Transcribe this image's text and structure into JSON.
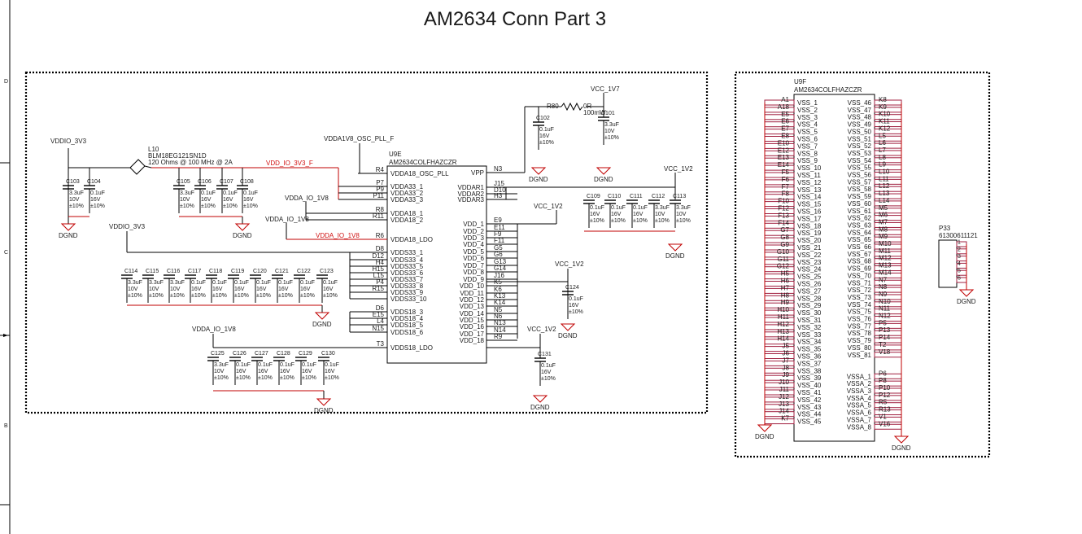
{
  "title": "AM2634 Conn Part 3",
  "frame": {
    "rows": [
      "D",
      "C",
      "B"
    ]
  },
  "u9e": {
    "ref": "U9E",
    "part": "AM2634COLFHAZCZR",
    "left_pins": [
      {
        "ball": "R4",
        "name": "VDDA18_OSC_PLL"
      },
      {
        "ball": "P7",
        "name": "VDDA33_1"
      },
      {
        "ball": "P9",
        "name": "VDDA33_2"
      },
      {
        "ball": "P11",
        "name": "VDDA33_3"
      },
      {
        "ball": "R8",
        "name": "VDDA18_1"
      },
      {
        "ball": "R11",
        "name": "VDDA18_2"
      },
      {
        "ball": "R6",
        "name": "VDDA18_LDO"
      },
      {
        "ball": "D8",
        "name": "VDDS33_1"
      },
      {
        "ball": "D12",
        "name": "VDDS33_4"
      },
      {
        "ball": "H4",
        "name": "VDDS33_5"
      },
      {
        "ball": "H15",
        "name": "VDDS33_6"
      },
      {
        "ball": "L15",
        "name": "VDDS33_7"
      },
      {
        "ball": "P4",
        "name": "VDDS33_8"
      },
      {
        "ball": "R15",
        "name": "VDDS33_9"
      },
      {
        "ball": "",
        "name": "VDDS33_10"
      },
      {
        "ball": "D6",
        "name": "VDDS18_3"
      },
      {
        "ball": "E15",
        "name": "VDDS18_4"
      },
      {
        "ball": "L4",
        "name": "VDDS18_5"
      },
      {
        "ball": "N15",
        "name": "VDDS18_6"
      },
      {
        "ball": "T3",
        "name": "VDDS18_LDO"
      }
    ],
    "right_pins": [
      {
        "ball": "N3",
        "name": "VPP"
      },
      {
        "ball": "J15",
        "name": "VDDAR1"
      },
      {
        "ball": "D10",
        "name": "VDDAR2"
      },
      {
        "ball": "H3",
        "name": "VDDAR3"
      },
      {
        "ball": "E9",
        "name": "VDD_1"
      },
      {
        "ball": "E11",
        "name": "VDD_2"
      },
      {
        "ball": "F9",
        "name": "VDD_3"
      },
      {
        "ball": "F11",
        "name": "VDD_4"
      },
      {
        "ball": "G5",
        "name": "VDD_5"
      },
      {
        "ball": "G6",
        "name": "VDD_6"
      },
      {
        "ball": "G13",
        "name": "VDD_7"
      },
      {
        "ball": "G14",
        "name": "VDD_8"
      },
      {
        "ball": "J16",
        "name": "VDD_9"
      },
      {
        "ball": "K5",
        "name": "VDD_10"
      },
      {
        "ball": "K6",
        "name": "VDD_11"
      },
      {
        "ball": "K13",
        "name": "VDD_12"
      },
      {
        "ball": "K14",
        "name": "VDD_13"
      },
      {
        "ball": "N5",
        "name": "VDD_14"
      },
      {
        "ball": "N6",
        "name": "VDD_15"
      },
      {
        "ball": "N13",
        "name": "VDD_16"
      },
      {
        "ball": "N14",
        "name": "VDD_17"
      },
      {
        "ball": "R9",
        "name": "VDD_18"
      }
    ]
  },
  "u9f": {
    "ref": "U9F",
    "part": "AM2634COLFHAZCZR",
    "left_pins": [
      {
        "ball": "A1",
        "name": "VSS_1"
      },
      {
        "ball": "A18",
        "name": "VSS_2"
      },
      {
        "ball": "E5",
        "name": "VSS_3"
      },
      {
        "ball": "E6",
        "name": "VSS_4"
      },
      {
        "ball": "E7",
        "name": "VSS_5"
      },
      {
        "ball": "E8",
        "name": "VSS_6"
      },
      {
        "ball": "E10",
        "name": "VSS_7"
      },
      {
        "ball": "E12",
        "name": "VSS_8"
      },
      {
        "ball": "E13",
        "name": "VSS_9"
      },
      {
        "ball": "E14",
        "name": "VSS_10"
      },
      {
        "ball": "F5",
        "name": "VSS_11"
      },
      {
        "ball": "F6",
        "name": "VSS_12"
      },
      {
        "ball": "F7",
        "name": "VSS_13"
      },
      {
        "ball": "F8",
        "name": "VSS_14"
      },
      {
        "ball": "F10",
        "name": "VSS_15"
      },
      {
        "ball": "F12",
        "name": "VSS_16"
      },
      {
        "ball": "F13",
        "name": "VSS_17"
      },
      {
        "ball": "F14",
        "name": "VSS_18"
      },
      {
        "ball": "G7",
        "name": "VSS_19"
      },
      {
        "ball": "G8",
        "name": "VSS_20"
      },
      {
        "ball": "G9",
        "name": "VSS_21"
      },
      {
        "ball": "G10",
        "name": "VSS_22"
      },
      {
        "ball": "G11",
        "name": "VSS_23"
      },
      {
        "ball": "G12",
        "name": "VSS_24"
      },
      {
        "ball": "H5",
        "name": "VSS_25"
      },
      {
        "ball": "H6",
        "name": "VSS_26"
      },
      {
        "ball": "H7",
        "name": "VSS_27"
      },
      {
        "ball": "H8",
        "name": "VSS_28"
      },
      {
        "ball": "H9",
        "name": "VSS_29"
      },
      {
        "ball": "H10",
        "name": "VSS_30"
      },
      {
        "ball": "H11",
        "name": "VSS_31"
      },
      {
        "ball": "H12",
        "name": "VSS_32"
      },
      {
        "ball": "H13",
        "name": "VSS_33"
      },
      {
        "ball": "H14",
        "name": "VSS_34"
      },
      {
        "ball": "J5",
        "name": "VSS_35"
      },
      {
        "ball": "J6",
        "name": "VSS_36"
      },
      {
        "ball": "J7",
        "name": "VSS_37"
      },
      {
        "ball": "J8",
        "name": "VSS_38"
      },
      {
        "ball": "J9",
        "name": "VSS_39"
      },
      {
        "ball": "J10",
        "name": "VSS_40"
      },
      {
        "ball": "J11",
        "name": "VSS_41"
      },
      {
        "ball": "J12",
        "name": "VSS_42"
      },
      {
        "ball": "J13",
        "name": "VSS_43"
      },
      {
        "ball": "J14",
        "name": "VSS_44"
      },
      {
        "ball": "K7",
        "name": "VSS_45"
      }
    ],
    "right_pins": [
      {
        "ball": "K8",
        "name": "VSS_46"
      },
      {
        "ball": "K9",
        "name": "VSS_47"
      },
      {
        "ball": "K10",
        "name": "VSS_48"
      },
      {
        "ball": "K11",
        "name": "VSS_49"
      },
      {
        "ball": "K12",
        "name": "VSS_50"
      },
      {
        "ball": "L5",
        "name": "VSS_51"
      },
      {
        "ball": "L6",
        "name": "VSS_52"
      },
      {
        "ball": "L7",
        "name": "VSS_53"
      },
      {
        "ball": "L8",
        "name": "VSS_54"
      },
      {
        "ball": "L9",
        "name": "VSS_55"
      },
      {
        "ball": "L10",
        "name": "VSS_56"
      },
      {
        "ball": "L11",
        "name": "VSS_57"
      },
      {
        "ball": "L12",
        "name": "VSS_58"
      },
      {
        "ball": "L13",
        "name": "VSS_59"
      },
      {
        "ball": "L14",
        "name": "VSS_60"
      },
      {
        "ball": "M5",
        "name": "VSS_61"
      },
      {
        "ball": "M6",
        "name": "VSS_62"
      },
      {
        "ball": "M7",
        "name": "VSS_63"
      },
      {
        "ball": "M8",
        "name": "VSS_64"
      },
      {
        "ball": "M9",
        "name": "VSS_65"
      },
      {
        "ball": "M10",
        "name": "VSS_66"
      },
      {
        "ball": "M11",
        "name": "VSS_67"
      },
      {
        "ball": "M12",
        "name": "VSS_68"
      },
      {
        "ball": "M13",
        "name": "VSS_69"
      },
      {
        "ball": "M14",
        "name": "VSS_70"
      },
      {
        "ball": "N7",
        "name": "VSS_71"
      },
      {
        "ball": "N8",
        "name": "VSS_72"
      },
      {
        "ball": "N9",
        "name": "VSS_73"
      },
      {
        "ball": "N10",
        "name": "VSS_74"
      },
      {
        "ball": "N11",
        "name": "VSS_75"
      },
      {
        "ball": "N12",
        "name": "VSS_76"
      },
      {
        "ball": "P5",
        "name": "VSS_77"
      },
      {
        "ball": "P13",
        "name": "VSS_78"
      },
      {
        "ball": "P14",
        "name": "VSS_79"
      },
      {
        "ball": "T2",
        "name": "VSS_80"
      },
      {
        "ball": "V18",
        "name": "VSS_81"
      },
      {
        "ball": "",
        "name": ""
      },
      {
        "ball": "",
        "name": ""
      },
      {
        "ball": "P6",
        "name": "VSSA_1"
      },
      {
        "ball": "P8",
        "name": "VSSA_2"
      },
      {
        "ball": "P10",
        "name": "VSSA_3"
      },
      {
        "ball": "P12",
        "name": "VSSA_4"
      },
      {
        "ball": "R5",
        "name": "VSSA_5"
      },
      {
        "ball": "R13",
        "name": "VSSA_6"
      },
      {
        "ball": "V1",
        "name": "VSSA_7"
      },
      {
        "ball": "V16",
        "name": "VSSA_8"
      }
    ]
  },
  "nets": {
    "vddio_3v3": "VDDIO_3V3",
    "vdda1v8_osc": "VDDA1V8_OSC_PLL_F",
    "vdd_io_3v3_f": "VDD_IO_3V3_F",
    "vdda_io_1v8": "VDDA_IO_1V8",
    "vdda_io_1v8_b": "VDDA_IO_1V8",
    "vcc_1v7": "VCC_1V7",
    "vcc_1v2": "VCC_1V2",
    "dgnd": "DGND"
  },
  "l10": {
    "ref": "L10",
    "part": "BLM18EG121SN1D",
    "desc": "120 Ohms @ 100 MHz @ 2A"
  },
  "r80": {
    "ref": "R80",
    "value": "0R",
    "power": "100mW"
  },
  "caps": {
    "C101": [
      "3.3uF",
      "10V",
      "±10%"
    ],
    "C102": [
      "0.1uF",
      "16V",
      "±10%"
    ],
    "C103": [
      "3.3uF",
      "10V",
      "±10%"
    ],
    "C104": [
      "0.1uF",
      "16V",
      "±10%"
    ],
    "C105": [
      "3.3uF",
      "10V",
      "±10%"
    ],
    "C106": [
      "0.1uF",
      "16V",
      "±10%"
    ],
    "C107": [
      "0.1uF",
      "16V",
      "±10%"
    ],
    "C108": [
      "0.1uF",
      "16V",
      "±10%"
    ],
    "C109": [
      "0.1uF",
      "16V",
      "±10%"
    ],
    "C110": [
      "0.1uF",
      "16V",
      "±10%"
    ],
    "C111": [
      "0.1uF",
      "16V",
      "±10%"
    ],
    "C112": [
      "3.3uF",
      "10V",
      "±10%"
    ],
    "C113": [
      "3.3uF",
      "10V",
      "±10%"
    ],
    "C114": [
      "3.3uF",
      "10V",
      "±10%"
    ],
    "C115": [
      "3.3uF",
      "10V",
      "±10%"
    ],
    "C116": [
      "3.3uF",
      "10V",
      "±10%"
    ],
    "C117": [
      "0.1uF",
      "16V",
      "±10%"
    ],
    "C118": [
      "0.1uF",
      "16V",
      "±10%"
    ],
    "C119": [
      "0.1uF",
      "16V",
      "±10%"
    ],
    "C120": [
      "0.1uF",
      "16V",
      "±10%"
    ],
    "C121": [
      "0.1uF",
      "16V",
      "±10%"
    ],
    "C122": [
      "0.1uF",
      "16V",
      "±10%"
    ],
    "C123": [
      "0.1uF",
      "16V",
      "±10%"
    ],
    "C124": [
      "0.1uF",
      "16V",
      "±10%"
    ],
    "C125": [
      "3.3uF",
      "10V",
      "±10%"
    ],
    "C126": [
      "0.1uF",
      "16V",
      "±10%"
    ],
    "C127": [
      "0.1uF",
      "16V",
      "±10%"
    ],
    "C128": [
      "0.1uF",
      "16V",
      "±10%"
    ],
    "C129": [
      "0.1uF",
      "16V",
      "±10%"
    ],
    "C130": [
      "0.1uF",
      "16V",
      "±10%"
    ],
    "C131": [
      "0.1uF",
      "16V",
      "±10%"
    ]
  },
  "p33": {
    "ref": "P33",
    "part": "61300611121",
    "pins": [
      "1",
      "2",
      "3",
      "4",
      "5",
      "6"
    ]
  },
  "colors": {
    "wire": "#000000",
    "net_red": "#c00000",
    "pin": "#a02040"
  }
}
